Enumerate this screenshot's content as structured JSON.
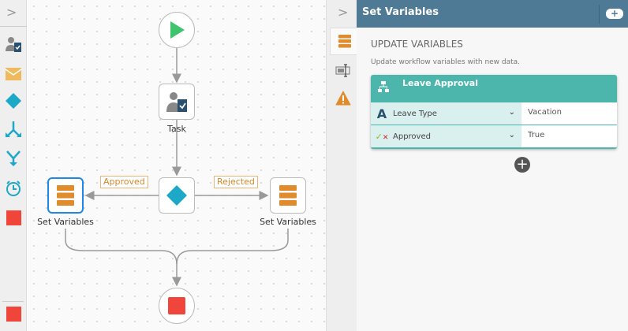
{
  "toolbox": {
    "items": [
      "task-icon",
      "email-icon",
      "decision-icon",
      "branch-icon",
      "merge-icon",
      "timer-icon",
      "end-icon"
    ],
    "bottom": "end-icon"
  },
  "canvas": {
    "nodes": {
      "task": "Task",
      "set_left": "Set Variables",
      "set_right": "Set Variables"
    },
    "edges": {
      "approved": "Approved",
      "rejected": "Rejected"
    }
  },
  "panel": {
    "title": "Set Variables",
    "section_title": "UPDATE VARIABLES",
    "description": "Update workflow variables with new data.",
    "group": {
      "title": "Leave Approval",
      "rows": [
        {
          "name": "Leave Type",
          "type": "text",
          "value": "Vacation"
        },
        {
          "name": "Approved",
          "type": "boolean",
          "value": "True"
        }
      ]
    }
  },
  "colors": {
    "header": "#4f7a96",
    "teal": "#4db6ac",
    "orange": "#e08b2c",
    "red": "#f0453a",
    "cyan": "#1ea8c8",
    "green": "#3ec46d"
  }
}
